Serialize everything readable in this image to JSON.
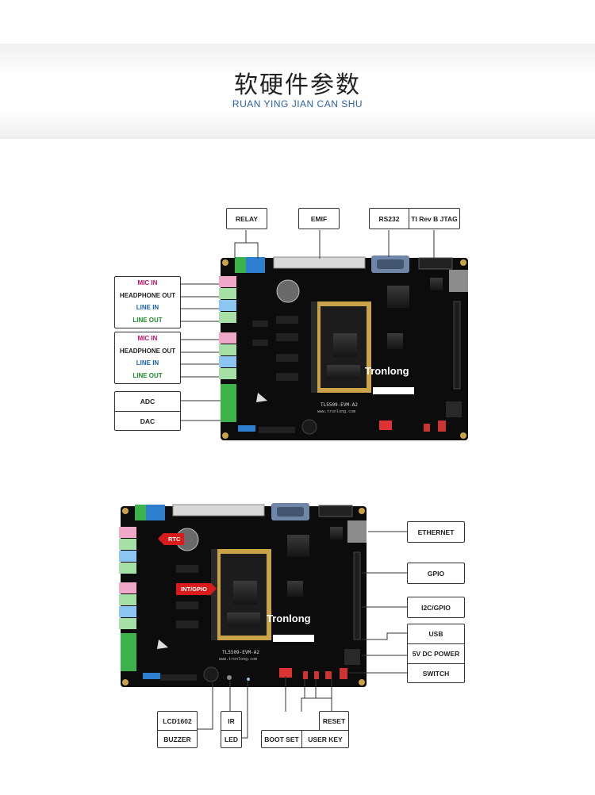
{
  "header": {
    "title_cn": "软硬件参数",
    "title_en": "RUAN YING JIAN CAN SHU"
  },
  "board": {
    "brand": "Tronlong",
    "model": "TL5509-EVM-A2",
    "url": "www.tronlong.com"
  },
  "top_labels": {
    "relay": "RELAY",
    "emif": "EMIF",
    "rs232": "RS232",
    "jtag": "TI Rev B JTAG",
    "adc": "ADC",
    "dac": "DAC"
  },
  "audio_group_1": [
    "MIC IN",
    "HEADPHONE OUT",
    "LINE IN",
    "LINE OUT"
  ],
  "audio_group_2": [
    "MIC IN",
    "HEADPHONE OUT",
    "LINE IN",
    "LINE OUT"
  ],
  "bottom_labels": {
    "ethernet": "ETHERNET",
    "gpio": "GPIO",
    "i2c_gpio": "I2C/GPIO",
    "usb": "USB",
    "power": "5V DC POWER",
    "switch": "SWITCH",
    "lcd": "LCD1602",
    "buzzer": "BUZZER",
    "ir": "IR",
    "led": "LED",
    "boot_set": "BOOT SET",
    "reset": "RESET",
    "user_key": "USER KEY"
  },
  "tags": {
    "rtc": "RTC",
    "int_gpio": "INT/GPIO"
  },
  "colors": {
    "board": "#0c0c0c",
    "accent_blue": "#2a62a8",
    "pink": "#c8106b",
    "blue": "#1a5fb4",
    "green": "#1f8a2a",
    "tag_red": "#d91b1b"
  }
}
